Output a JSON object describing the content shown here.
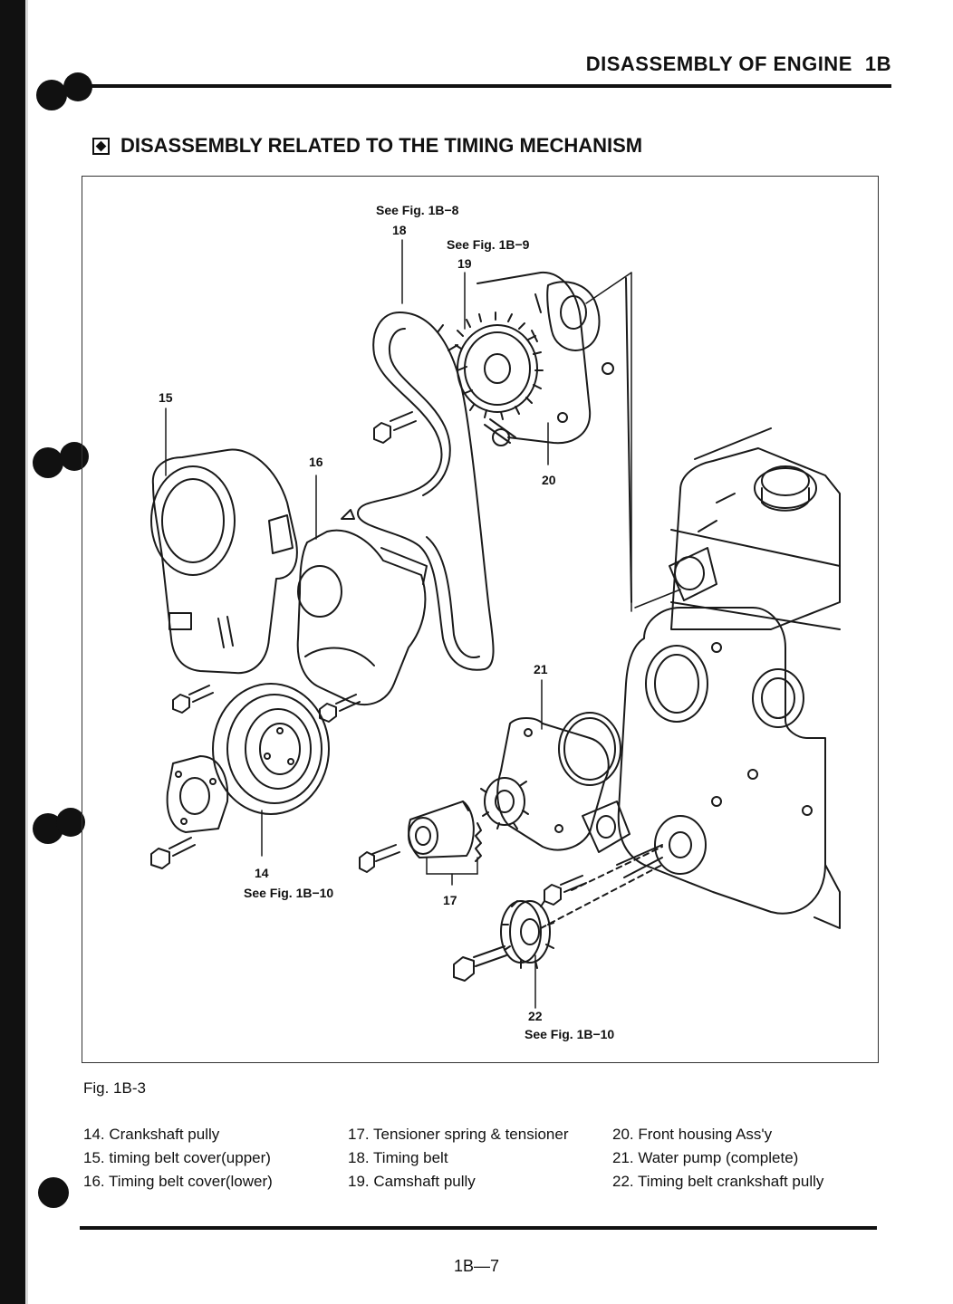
{
  "header": {
    "title": "DISASSEMBLY OF ENGINE",
    "code": "1B"
  },
  "section": {
    "title": "DISASSEMBLY RELATED TO THE TIMING MECHANISM"
  },
  "figure": {
    "callouts": {
      "c18_ref": "See Fig. 1B−8",
      "c18": "18",
      "c19_ref": "See Fig. 1B−9",
      "c19": "19",
      "c15": "15",
      "c16": "16",
      "c20": "20",
      "c21": "21",
      "c14": "14",
      "c14_ref": "See Fig. 1B−10",
      "c17": "17",
      "c22": "22",
      "c22_ref": "See Fig. 1B−10"
    },
    "caption": "Fig. 1B-3"
  },
  "legend": {
    "col1": [
      "14. Crankshaft pully",
      "15. timing belt cover(upper)",
      "16. Timing belt cover(lower)"
    ],
    "col2": [
      "17. Tensioner spring & tensioner",
      "18. Timing belt",
      "19. Camshaft pully"
    ],
    "col3": [
      "20. Front housing Ass'y",
      "21. Water pump (complete)",
      "22. Timing belt crankshaft pully"
    ]
  },
  "footer": {
    "page_number": "1B—7"
  }
}
